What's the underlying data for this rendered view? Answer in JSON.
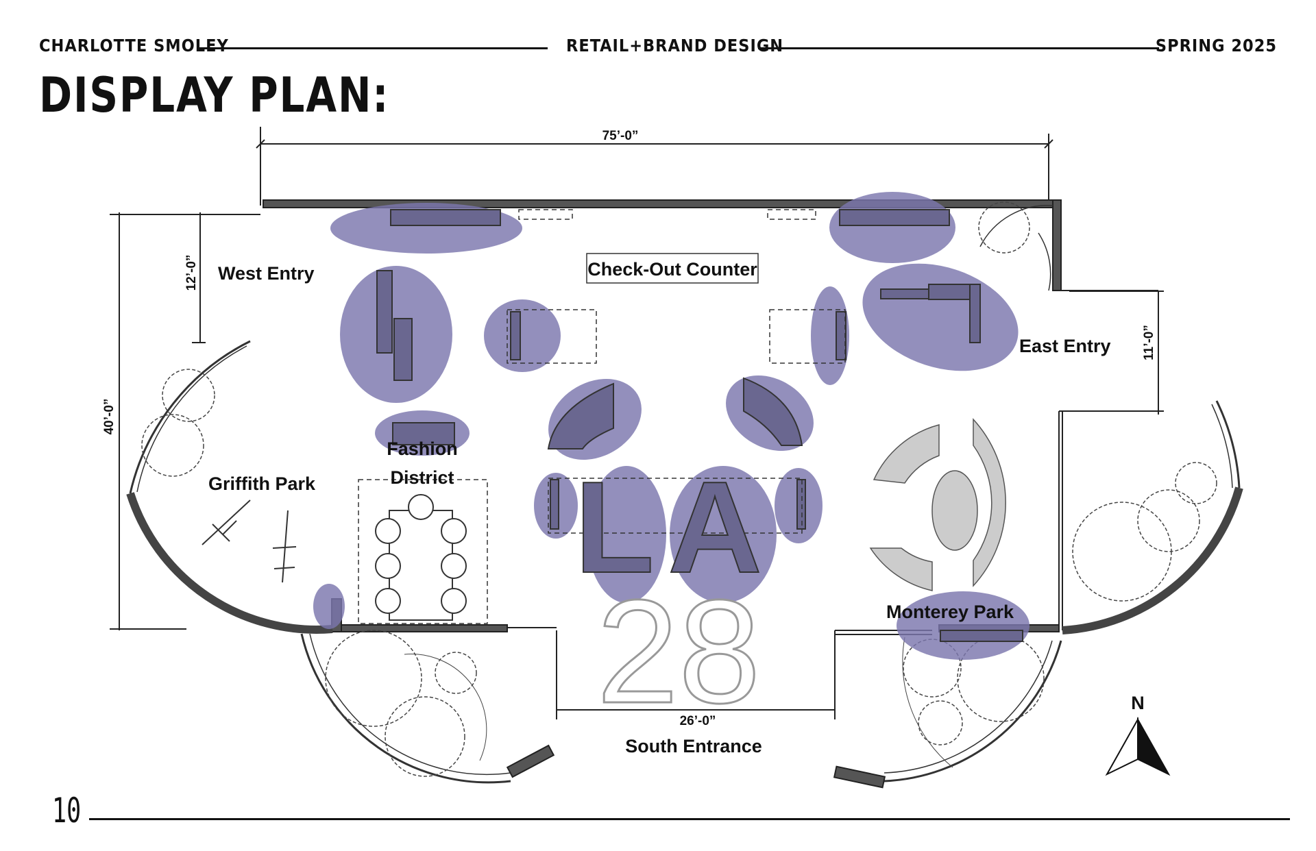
{
  "header": {
    "author": "CHARLOTTE SMOLEY",
    "course": "RETAIL+BRAND DESIGN",
    "term": "SPRING 2025"
  },
  "title": "DISPLAY PLAN:",
  "page_number": "10",
  "plan": {
    "dimensions": {
      "overall_width": "75’-0”",
      "overall_depth": "40’-0”",
      "west_entry_depth": "12’-0”",
      "east_entry_depth": "11’-0”",
      "south_entrance_width": "26’-0”"
    },
    "labels": {
      "west_entry": "West Entry",
      "east_entry": "East Entry",
      "checkout": "Check-Out Counter",
      "fashion_line1": "Fashion",
      "fashion_line2": "District",
      "griffith": "Griffith Park",
      "monterey": "Monterey Park",
      "south_entrance": "South Entrance",
      "north": "N"
    },
    "graphic_text": {
      "la": "LA",
      "number": "28"
    },
    "colors": {
      "highlight": "#7b76ad",
      "fixture": "#6a6790",
      "wall": "#555555",
      "ring": "#cccccc"
    }
  }
}
